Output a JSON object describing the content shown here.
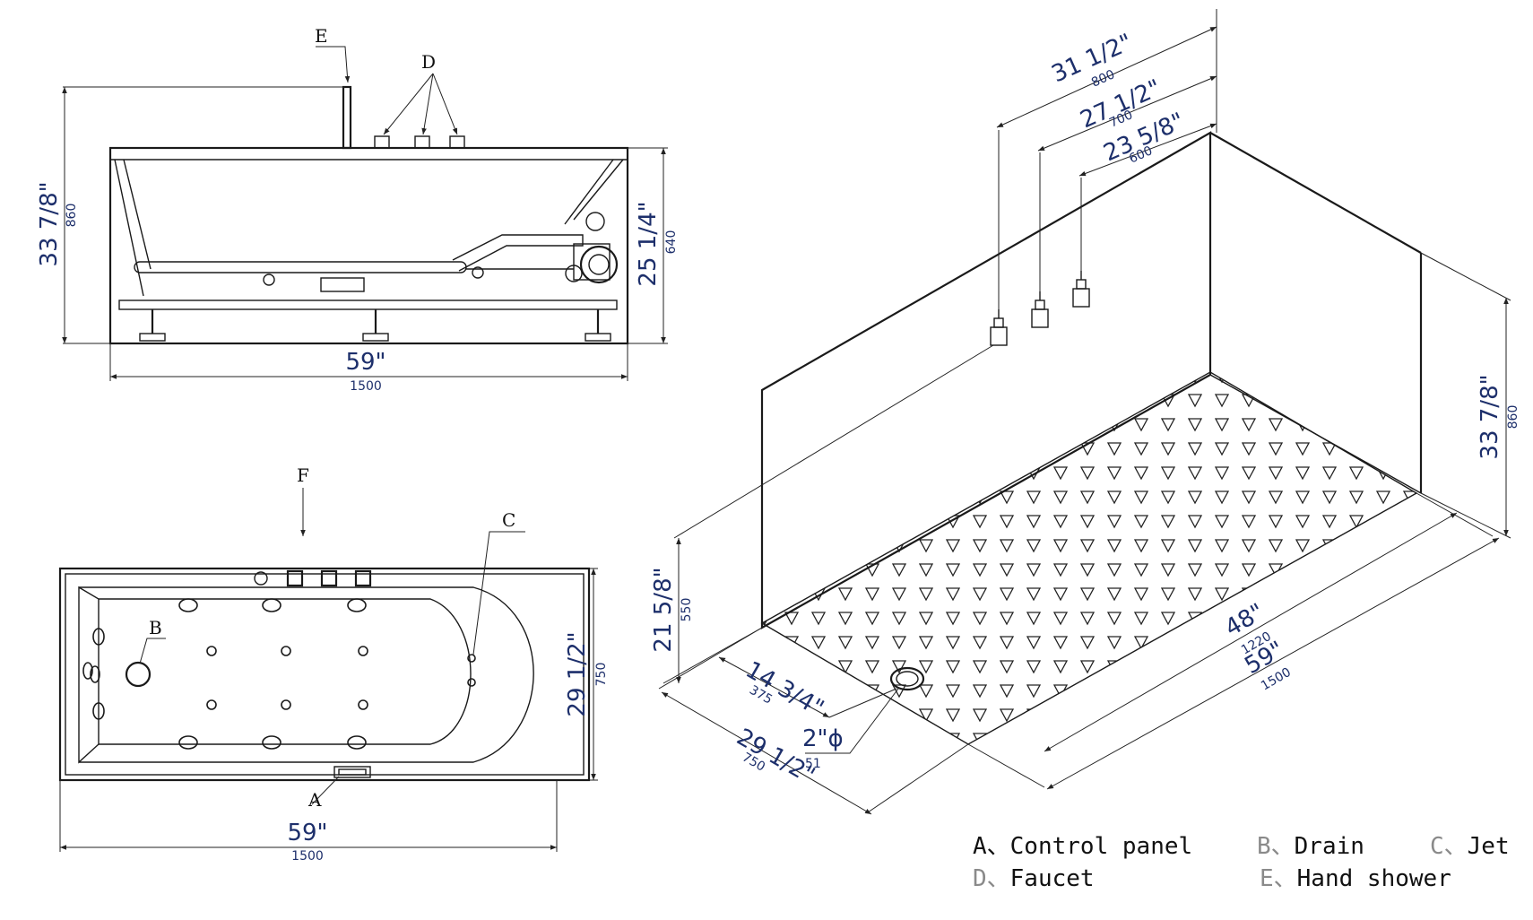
{
  "side_view": {
    "label_e": "E",
    "label_d": "D",
    "height_total_in": "33 7/8\"",
    "height_total_mm": "860",
    "height_tub_in": "25 1/4\"",
    "height_tub_mm": "640",
    "length_in": "59\"",
    "length_mm": "1500"
  },
  "top_view": {
    "label_f": "F",
    "label_c": "C",
    "label_b": "B",
    "label_a": "A",
    "width_in": "29 1/2\"",
    "width_mm": "750",
    "length_in": "59\"",
    "length_mm": "1500"
  },
  "iso_view": {
    "d1_in": "31 1/2\"",
    "d1_mm": "800",
    "d2_in": "27 1/2\"",
    "d2_mm": "700",
    "d3_in": "23 5/8\"",
    "d3_mm": "600",
    "height_in": "33 7/8\"",
    "height_mm": "860",
    "drain_h_in": "21 5/8\"",
    "drain_h_mm": "550",
    "inner_len_in": "48\"",
    "inner_len_mm": "1220",
    "outer_len_in": "59\"",
    "outer_len_mm": "1500",
    "drain_off_in": "14 3/4\"",
    "drain_off_mm": "375",
    "width_in": "29 1/2\"",
    "width_mm": "750",
    "drain_dia_in": "2\"ϕ",
    "drain_dia_mm": "51"
  },
  "legend": {
    "a_letter": "A、",
    "a_text": "Control panel",
    "b_letter": "B、",
    "b_text": "Drain",
    "c_letter": "C、",
    "c_text": "Jet",
    "d_letter": "D、",
    "d_text": "Faucet",
    "e_letter": "E、",
    "e_text": "Hand shower"
  }
}
